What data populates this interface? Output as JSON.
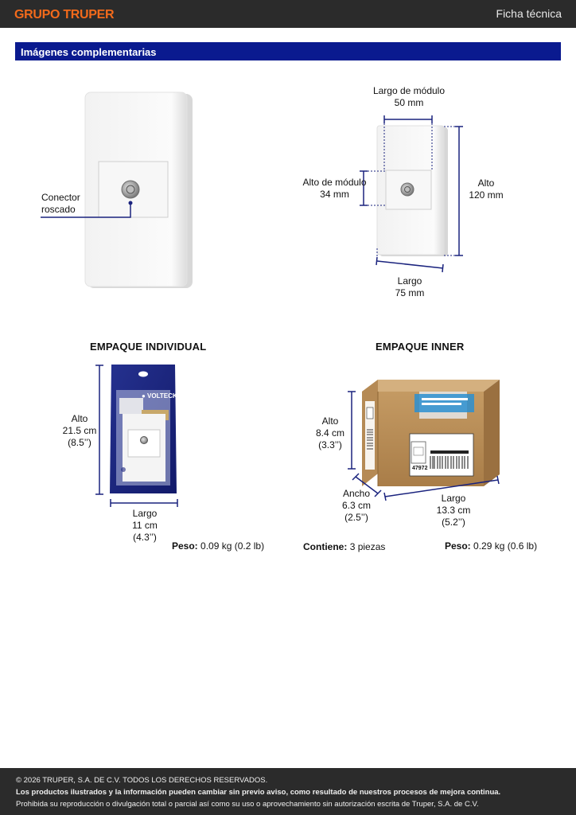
{
  "header": {
    "brand": "GRUPO TRUPER",
    "doc_type": "Ficha técnica"
  },
  "section": {
    "title": "Imágenes complementarias"
  },
  "product": {
    "connector_label_1": "Conector",
    "connector_label_2": "roscado",
    "module_width_label": "Largo de módulo",
    "module_width_value": "50 mm",
    "module_height_label": "Alto de módulo",
    "module_height_value": "34 mm",
    "height_label": "Alto",
    "height_value": "120 mm",
    "width_label": "Largo",
    "width_value": "75 mm"
  },
  "individual": {
    "heading": "EMPAQUE INDIVIDUAL",
    "height_label": "Alto",
    "height_cm": "21.5 cm",
    "height_in": "(8.5’’)",
    "width_label": "Largo",
    "width_cm": "11 cm",
    "width_in": "(4.3’’)",
    "weight_label": "Peso:",
    "weight_value": "0.09 kg (0.2 lb)"
  },
  "inner": {
    "heading": "EMPAQUE INNER",
    "height_label": "Alto",
    "height_cm": "8.4 cm",
    "height_in": "(3.3’’)",
    "depth_label": "Ancho",
    "depth_cm": "6.3 cm",
    "depth_in": "(2.5’’)",
    "width_label": "Largo",
    "width_cm": "13.3 cm",
    "width_in": "(5.2’’)",
    "contents_label": "Contiene:",
    "contents_value": "3 piezas",
    "weight_label": "Peso:",
    "weight_value": "0.29 kg (0.6 lb)",
    "box_code": "47972"
  },
  "footer": {
    "copyright": "© 2026 TRUPER, S.A. DE C.V. TODOS LOS DERECHOS RESERVADOS.",
    "notice": "Los productos ilustrados y la información pueden cambiar sin previo aviso, como resultado de nuestros procesos de mejora continua.",
    "rights": "Prohibida su reproducción o divulgación total o parcial así como su uso o aprovechamiento sin autorización escrita de Truper, S.A. de C.V."
  },
  "colors": {
    "brand_orange": "#f26a1b",
    "section_blue": "#0a1a8f",
    "dimension_navy": "#1a237e",
    "bar_dark": "#2b2b2b"
  }
}
